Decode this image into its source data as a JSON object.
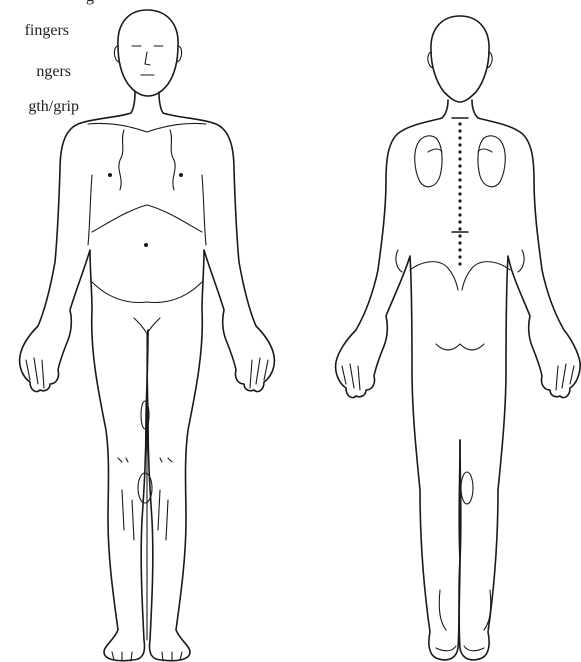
{
  "legend": {
    "lines": [
      "g",
      "fingers",
      "ngers",
      "gth/grip"
    ]
  },
  "figures": {
    "front": "front-view-body",
    "back": "back-view-body"
  }
}
